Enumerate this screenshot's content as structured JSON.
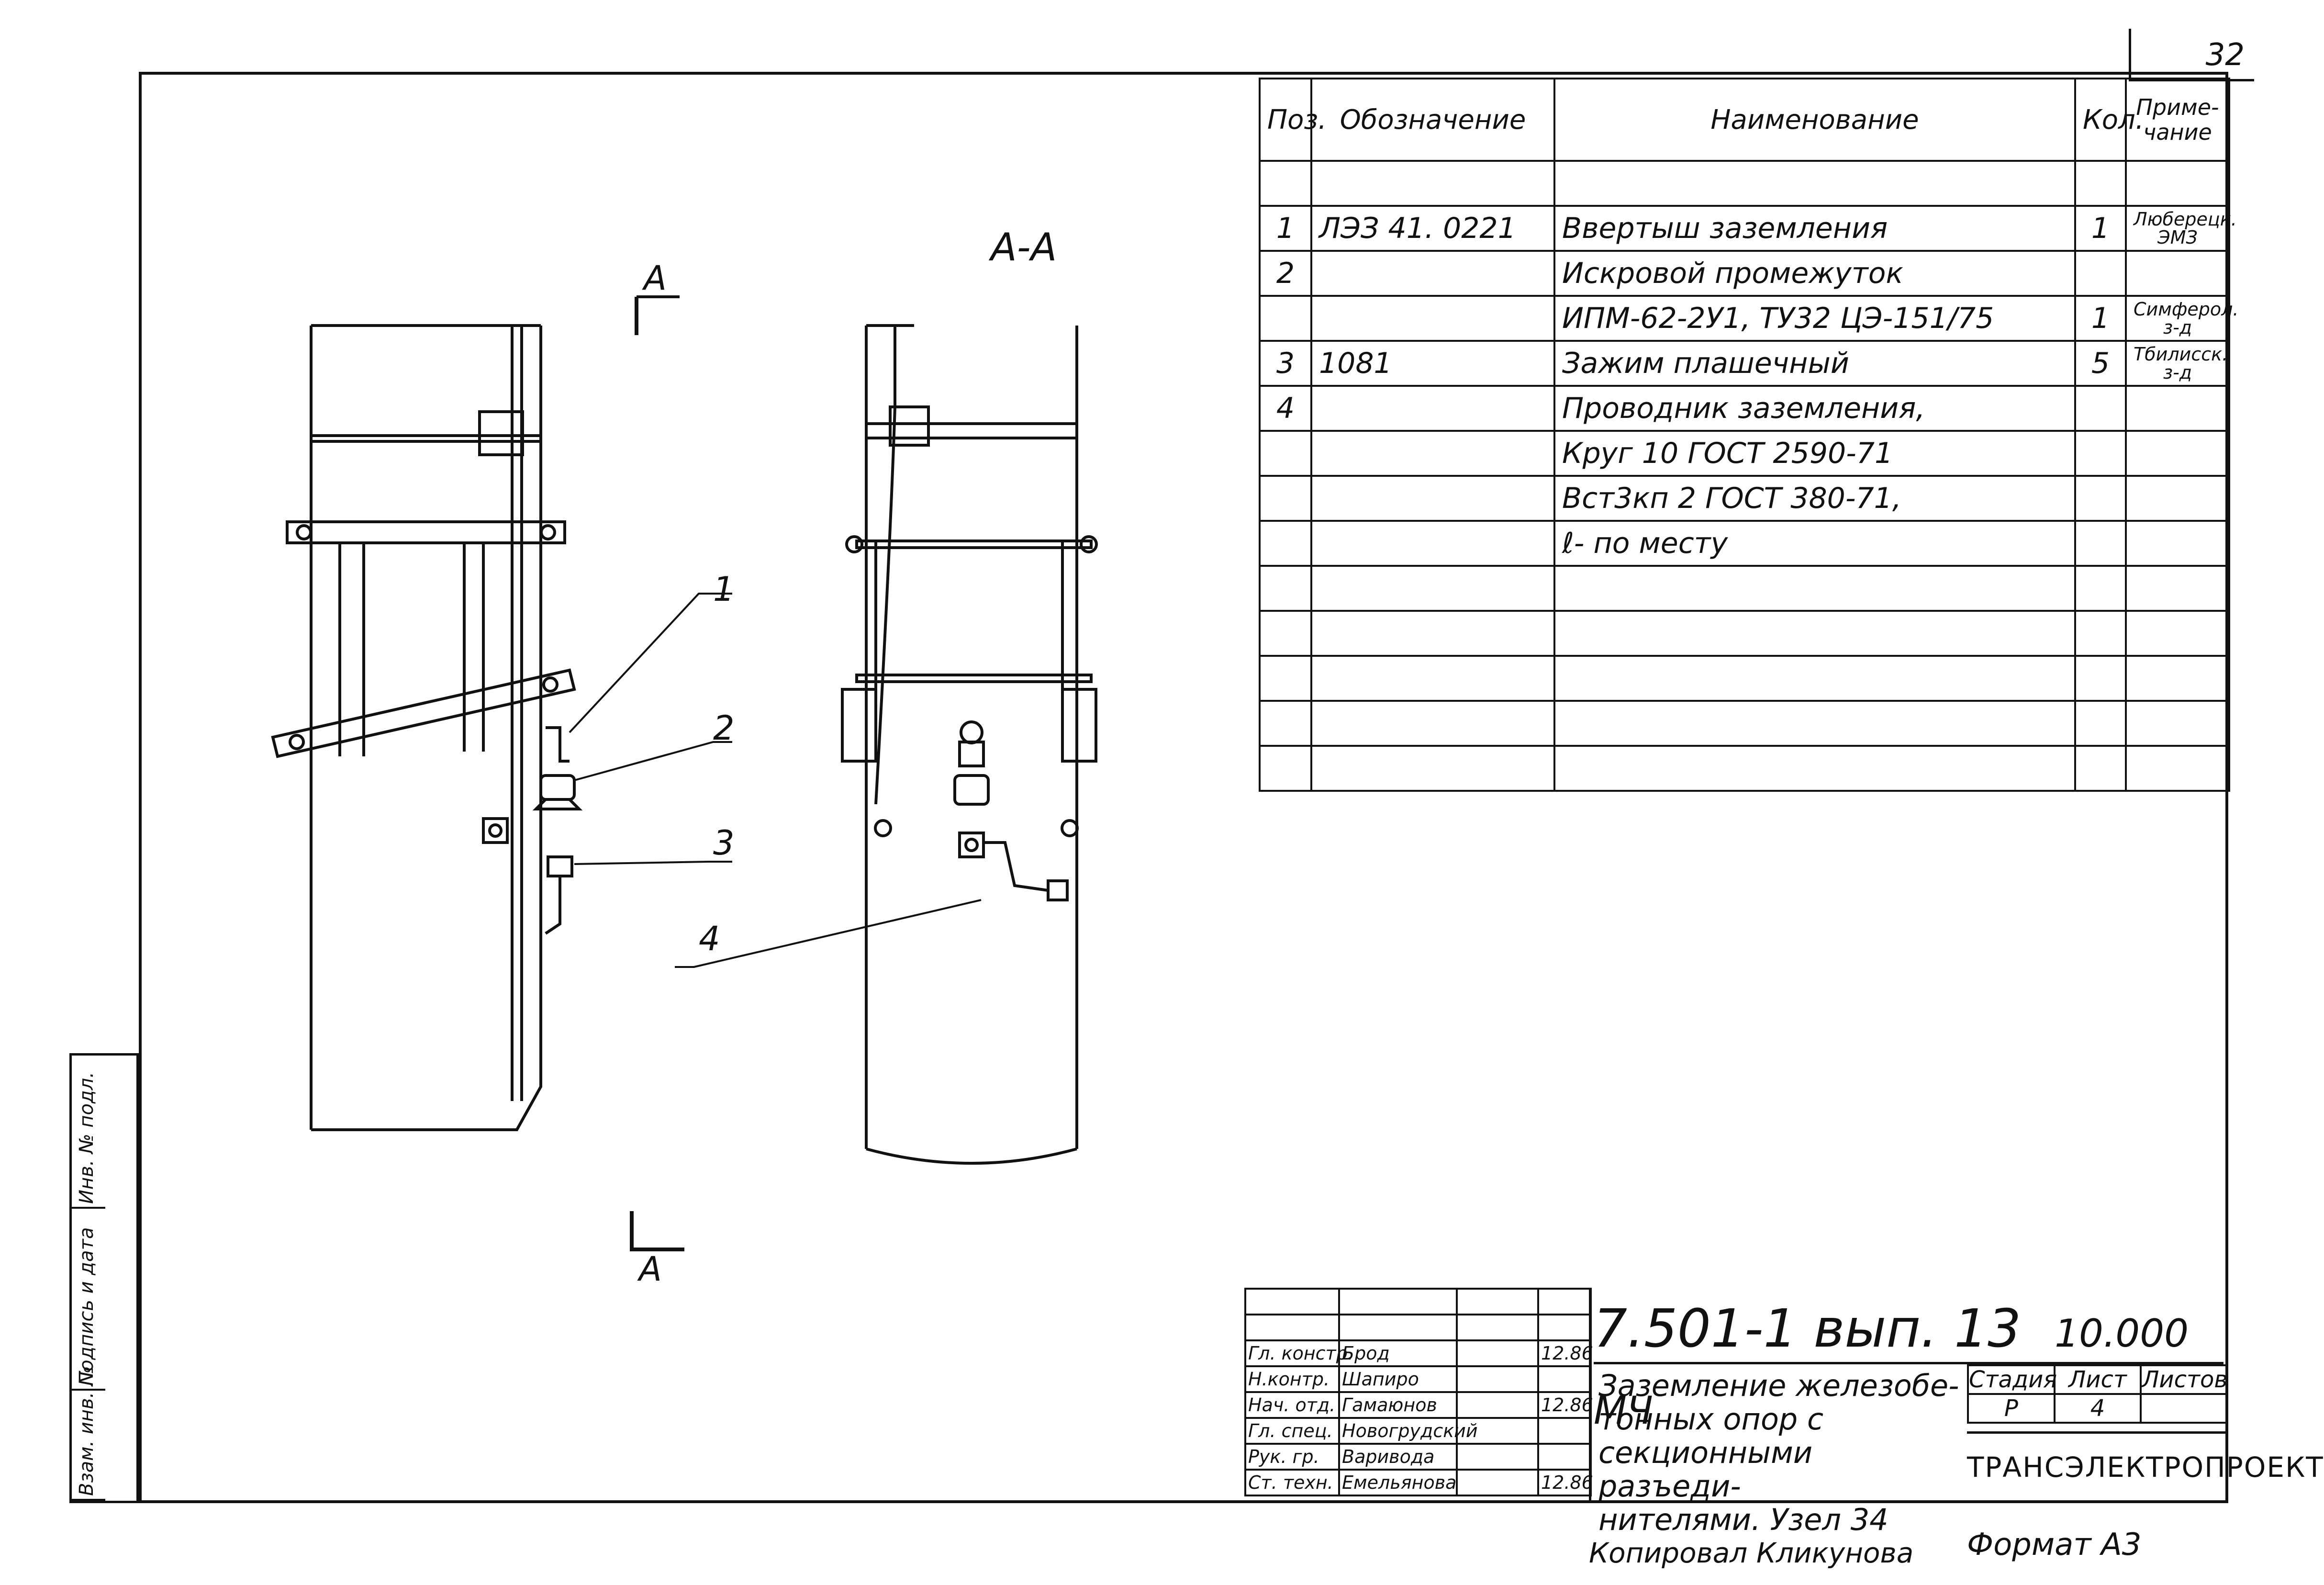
{
  "sheet_number": "32",
  "drawing": {
    "section_title": "А-А",
    "section_mark_top": "А",
    "section_mark_bottom": "А",
    "callouts": [
      "1",
      "2",
      "3",
      "4"
    ]
  },
  "spec_table": {
    "headers": {
      "pos": "Поз.",
      "designation": "Обозначение",
      "name": "Наименование",
      "qty": "Кол.",
      "note": "Приме-\nчание"
    },
    "rows": [
      {
        "pos": "",
        "designation": "",
        "name": "",
        "qty": "",
        "note": ""
      },
      {
        "pos": "1",
        "designation": "ЛЭЗ 41. 0221",
        "name": "Ввертыш заземления",
        "qty": "1",
        "note": "Люберецк. ЭМЗ"
      },
      {
        "pos": "2",
        "designation": "",
        "name": "Искровой промежуток",
        "qty": "",
        "note": ""
      },
      {
        "pos": "",
        "designation": "",
        "name": "ИПМ-62-2У1, ТУ32 ЦЭ-151/75",
        "qty": "1",
        "note": "Симферол. з-д"
      },
      {
        "pos": "3",
        "designation": "1081",
        "name": "Зажим плашечный",
        "qty": "5",
        "note": "Тбилисск. з-д"
      },
      {
        "pos": "4",
        "designation": "",
        "name": "Проводник заземления,",
        "qty": "",
        "note": ""
      },
      {
        "pos": "",
        "designation": "",
        "name": "Круг 10 ГОСТ 2590-71",
        "qty": "",
        "note": ""
      },
      {
        "pos": "",
        "designation": "",
        "name": "Вст3кп 2 ГОСТ 380-71,",
        "qty": "",
        "note": ""
      },
      {
        "pos": "",
        "designation": "",
        "name": "ℓ- по месту",
        "qty": "",
        "note": ""
      },
      {
        "pos": "",
        "designation": "",
        "name": "",
        "qty": "",
        "note": ""
      },
      {
        "pos": "",
        "designation": "",
        "name": "",
        "qty": "",
        "note": ""
      },
      {
        "pos": "",
        "designation": "",
        "name": "",
        "qty": "",
        "note": ""
      },
      {
        "pos": "",
        "designation": "",
        "name": "",
        "qty": "",
        "note": ""
      },
      {
        "pos": "",
        "designation": "",
        "name": "",
        "qty": "",
        "note": ""
      }
    ]
  },
  "title_block": {
    "doc_code": "7.501-1 вып. 13",
    "doc_number": "10.000 МЧ",
    "title": "Заземление железобе-\nтонных опор с\nсекционными разъеди-\nнителями. Узел 34",
    "stage_labels": [
      "Стадия",
      "Лист",
      "Листов"
    ],
    "stage_values": [
      "Р",
      "4",
      ""
    ],
    "organization": "ТРАНСЭЛЕКТРОПРОЕКТ",
    "staff": [
      {
        "role": "",
        "name": "",
        "date": ""
      },
      {
        "role": "",
        "name": "",
        "date": ""
      },
      {
        "role": "Гл. констр.",
        "name": "Брод",
        "date": "12.86"
      },
      {
        "role": "Н.контр.",
        "name": "Шапиро",
        "date": ""
      },
      {
        "role": "Нач. отд.",
        "name": "Гамаюнов",
        "date": "12.86"
      },
      {
        "role": "Гл. спец.",
        "name": "Новогрудский",
        "date": ""
      },
      {
        "role": "Рук. гр.",
        "name": "Варивода",
        "date": ""
      },
      {
        "role": "Ст. техн.",
        "name": "Емельянова",
        "date": "12.86"
      }
    ]
  },
  "side_stamp": [
    "Инв. № подл.",
    "Подпись и дата",
    "Взам. инв. №"
  ],
  "footer": {
    "copied_by": "Копировал Кликунова",
    "format": "Формат А3"
  }
}
